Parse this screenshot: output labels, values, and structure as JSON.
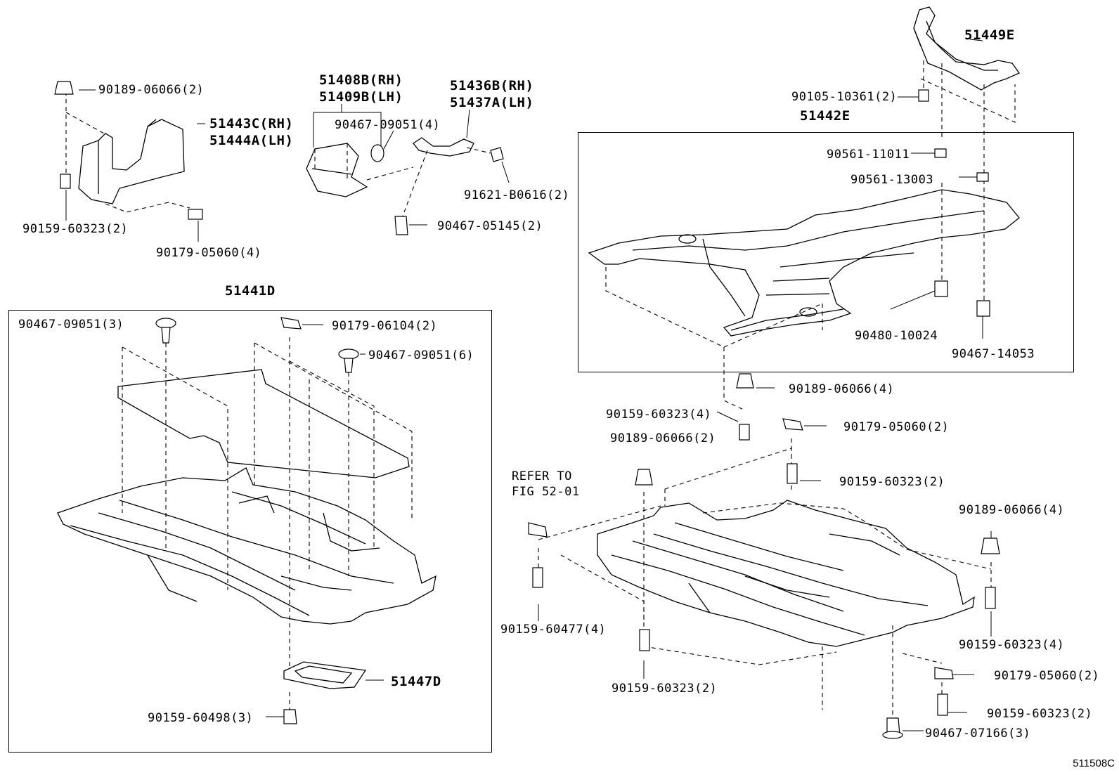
{
  "labels": {
    "p51449E": "51449E",
    "p90105_10361": "90105-10361(2)",
    "p51442E": "51442E",
    "p90561_11011": "90561-11011",
    "p90561_13003": "90561-13003",
    "p90480_10024": "90480-10024",
    "p90467_14053": "90467-14053",
    "p90189_06066_a": "90189-06066(2)",
    "p51443C": "51443C(RH)",
    "p51444A": "51444A(LH)",
    "p90159_60323_a": "90159-60323(2)",
    "p90179_05060_a": "90179-05060(4)",
    "p51408B": "51408B(RH)",
    "p51409B": "51409B(LH)",
    "p90467_09051_a": "90467-09051(4)",
    "p51436B": "51436B(RH)",
    "p51437A": "51437A(LH)",
    "p91621_B0616": "91621-B0616(2)",
    "p90467_05145": "90467-05145(2)",
    "p51441D": "51441D",
    "p90467_09051_b": "90467-09051(3)",
    "p90179_06104": "90179-06104(2)",
    "p90467_09051_c": "90467-09051(6)",
    "p51447D": "51447D",
    "p90159_60498": "90159-60498(3)",
    "p90189_06066_b": "90189-06066(4)",
    "p90159_60323_b": "90159-60323(4)",
    "p90179_05060_b": "90179-05060(2)",
    "p90189_06066_c": "90189-06066(2)",
    "p90159_60323_c": "90159-60323(2)",
    "refer1": "REFER TO",
    "refer2": "FIG 52-01",
    "p90189_06066_d": "90189-06066(4)",
    "p90159_60477": "90159-60477(4)",
    "p90159_60323_d": "90159-60323(4)",
    "p90179_05060_c": "90179-05060(2)",
    "p90159_60323_e": "90159-60323(2)",
    "p90159_60323_f": "90159-60323(2)",
    "p90467_07166": "90467-07166(3)"
  },
  "figure_id": "511508C"
}
